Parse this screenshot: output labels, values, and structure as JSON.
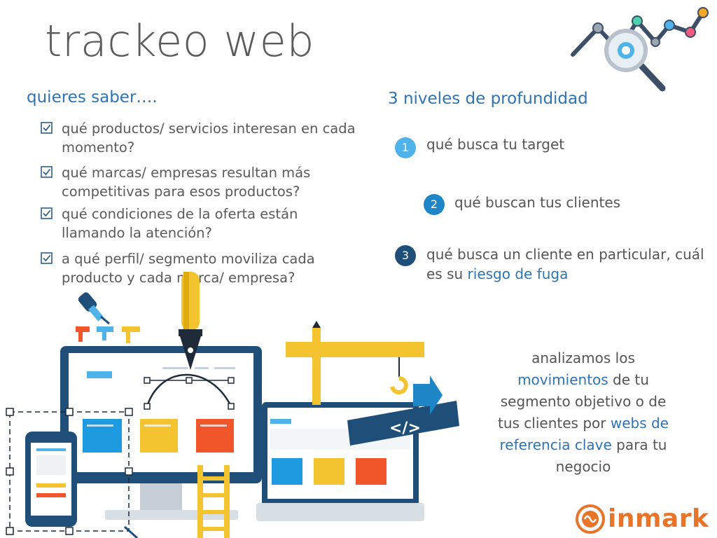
{
  "title": "trackeo web",
  "left": {
    "heading": "quieres saber….",
    "items": [
      "qué productos/ servicios interesan en cada momento?",
      "qué marcas/ empresas resultan más competitivas para esos productos?",
      "qué condiciones de la oferta están llamando la atención?",
      "a qué perfil/ segmento moviliza cada producto y cada marca/ empresa?"
    ]
  },
  "right": {
    "heading": "3 niveles de profundidad",
    "levels": [
      {
        "num": "1",
        "text": "qué busca tu target"
      },
      {
        "num": "2",
        "text": "qué buscan tus clientes"
      },
      {
        "num": "3",
        "text_before": "qué busca un cliente en particular, cuál es su ",
        "highlight": "riesgo de fuga"
      }
    ]
  },
  "analysis": {
    "t1": "analizamos los",
    "h1": "movimientos",
    "t2": " de tu segmento objetivo o de tus clientes por",
    "h2": "webs de referencia clave",
    "t3": " para tu negocio"
  },
  "code_label": "</>",
  "logo": {
    "text": "inmark"
  },
  "colors": {
    "accent_blue": "#2e74b5",
    "dark_navy": "#1f4e79",
    "light_blue": "#4fb3ea",
    "orange": "#e8742a",
    "yellow": "#f4c430",
    "red": "#f0562a"
  },
  "icons": [
    "checkbox-icon",
    "analytics-magnifier-icon",
    "inmark-logo-icon"
  ]
}
